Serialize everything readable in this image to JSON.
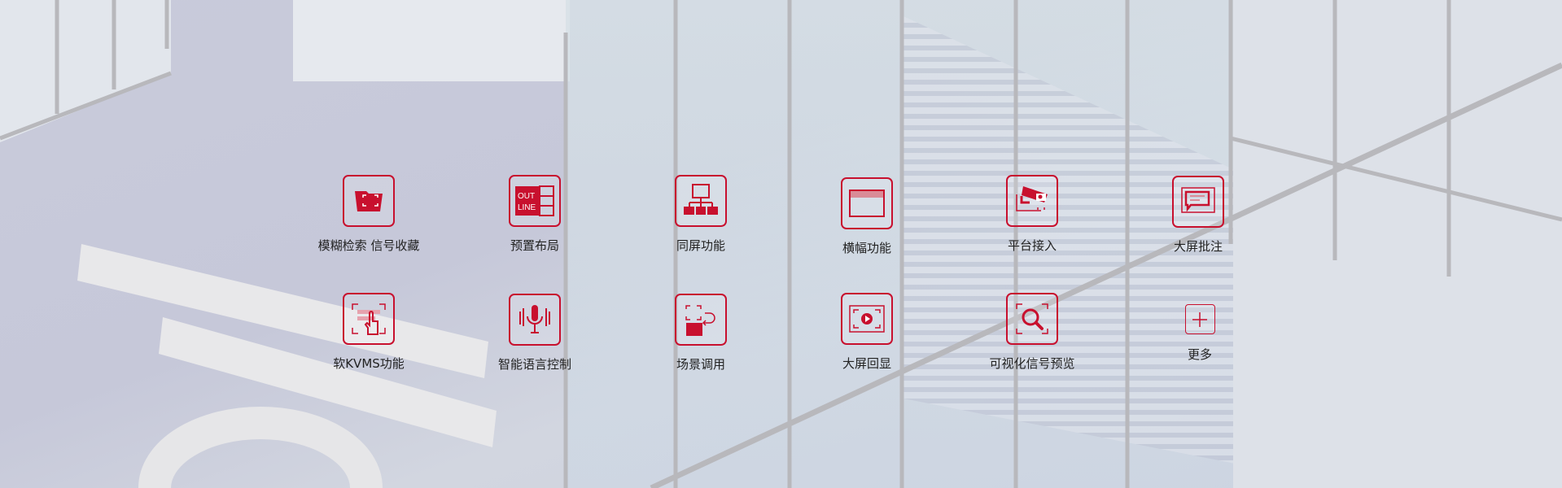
{
  "accent_color": "#c8102e",
  "features": [
    {
      "label": "模糊检索 信号收藏",
      "icon": "folder-frame-icon"
    },
    {
      "label": "预置布局",
      "icon": "outline-layout-icon",
      "icon_text": [
        "OUT",
        "LINE"
      ]
    },
    {
      "label": "同屏功能",
      "icon": "network-tree-icon"
    },
    {
      "label": "横幅功能",
      "icon": "banner-window-icon"
    },
    {
      "label": "平台接入",
      "icon": "camera-icon"
    },
    {
      "label": "大屏批注",
      "icon": "comment-icon"
    },
    {
      "label": "软KVMS功能",
      "icon": "touch-hand-icon"
    },
    {
      "label": "智能语言控制",
      "icon": "microphone-icon"
    },
    {
      "label": "场景调用",
      "icon": "scene-recall-icon"
    },
    {
      "label": "大屏回显",
      "icon": "play-screen-icon"
    },
    {
      "label": "可视化信号预览",
      "icon": "search-frame-icon"
    },
    {
      "label": "更多",
      "icon": "plus-icon"
    }
  ]
}
